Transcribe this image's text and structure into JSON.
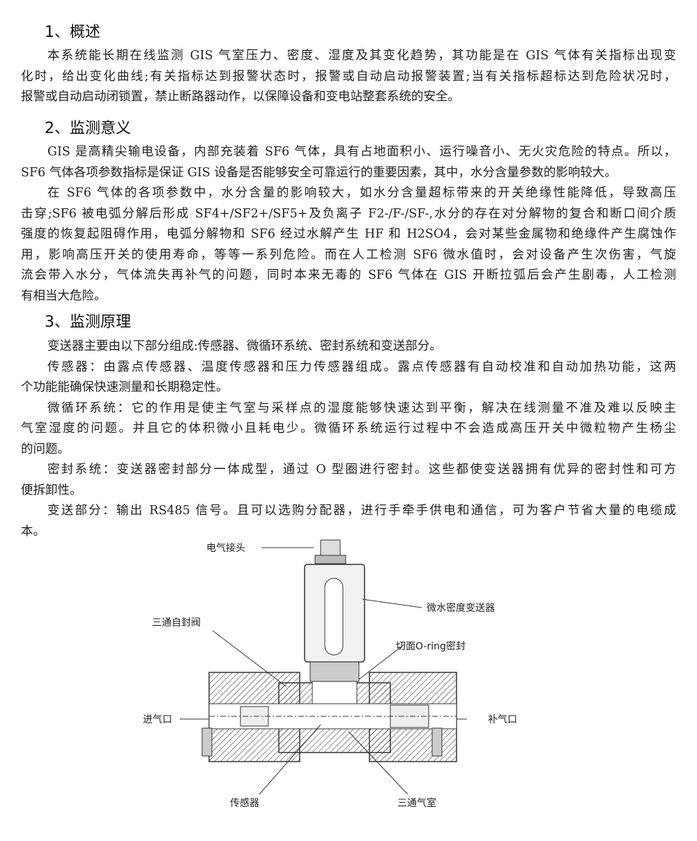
{
  "sections": [
    {
      "heading": "1、概述",
      "paragraphs": [
        [
          "本系统能长期在线监测 GIS 气室压力、密度、湿度及其变化趋势，其功能是在 GIS 气体有关指标出现变",
          "化时，给出变化曲线;有关指标达到报警状态时，报警或自动启动报警装置;当有关指标超标达到危险状况时，",
          "报警或自动启动闭锁置，禁止断路器动作，以保障设备和变电站整套系统的安全。"
        ]
      ]
    },
    {
      "heading": "2、监测意义",
      "paragraphs": [
        [
          "GIS 是高精尖输电设备，内部充装着 SF6 气体，具有占地面积小、运行噪音小、无火灾危险的特点。所以，",
          "SF6 气体各项参数指标是保证 GIS 设备是否能够安全可靠运行的重要因素，其中，水分含量参数的影响较大。"
        ],
        [
          "在 SF6 气体的各项参数中，水分含量的影响较大，如水分含量超标带来的开关绝缘性能降低，导致高压",
          "击穿;SF6 被电弧分解后形成 SF4+/SF2+/SF5+及负离子 F2-/F-/SF-,水分的存在对分解物的复合和断口间介质",
          "强度的恢复起阻碍作用，电弧分解物和 SF6 经过水解产生 HF 和 H2SO4，会对某些金属物和绝缘件产生腐蚀作",
          "用，影响高压开关的使用寿命，等等一系列危险。而在人工检测 SF6 微水值时，会对设备产生次伤害，气旋",
          "流会带入水分，气体流失再补气的问题，同时本来无毒的 SF6 气体在 GIS 开断拉弧后会产生剧毒，人工检测",
          "有相当大危险。"
        ]
      ]
    },
    {
      "heading": "3、监测原理",
      "paragraphs": [
        [
          "变送器主要由以下部分组成:传感器、微循环系统、密封系统和变送部分。"
        ],
        [
          "传感器：由露点传感器、温度传感器和压力传感器组成。露点传感器有自动校准和自动加热功能，这两",
          "个功能能确保快速测量和长期稳定性。"
        ],
        [
          "微循环系统：它的作用是使主气室与采样点的湿度能够快速达到平衡，解决在线测量不准及难以反映主",
          "气室湿度的问题。并且它的体积微小且耗电少。微循环系统运行过程中不会造成高压开关中微粒物产生杨尘",
          "的问题。"
        ],
        [
          "密封系统：变送器密封部分一体成型，通过 O 型圈进行密封。这些都使变送器拥有优异的密封性和可方",
          "便拆卸性。"
        ],
        [
          "变送部分：输出 RS485 信号。且可以选购分配器，进行手牵手供电和通信，可为客户节省大量的电缆成",
          "本。"
        ]
      ]
    }
  ],
  "diagram": {
    "labels": {
      "connector": "电气接头",
      "transmitter": "微水密度变送器",
      "valve": "三通自封阀",
      "oring": "切面O-ring密封",
      "inlet": "进气口",
      "refill": "补气口",
      "sensor": "传感器",
      "chamber": "三通气室"
    }
  }
}
